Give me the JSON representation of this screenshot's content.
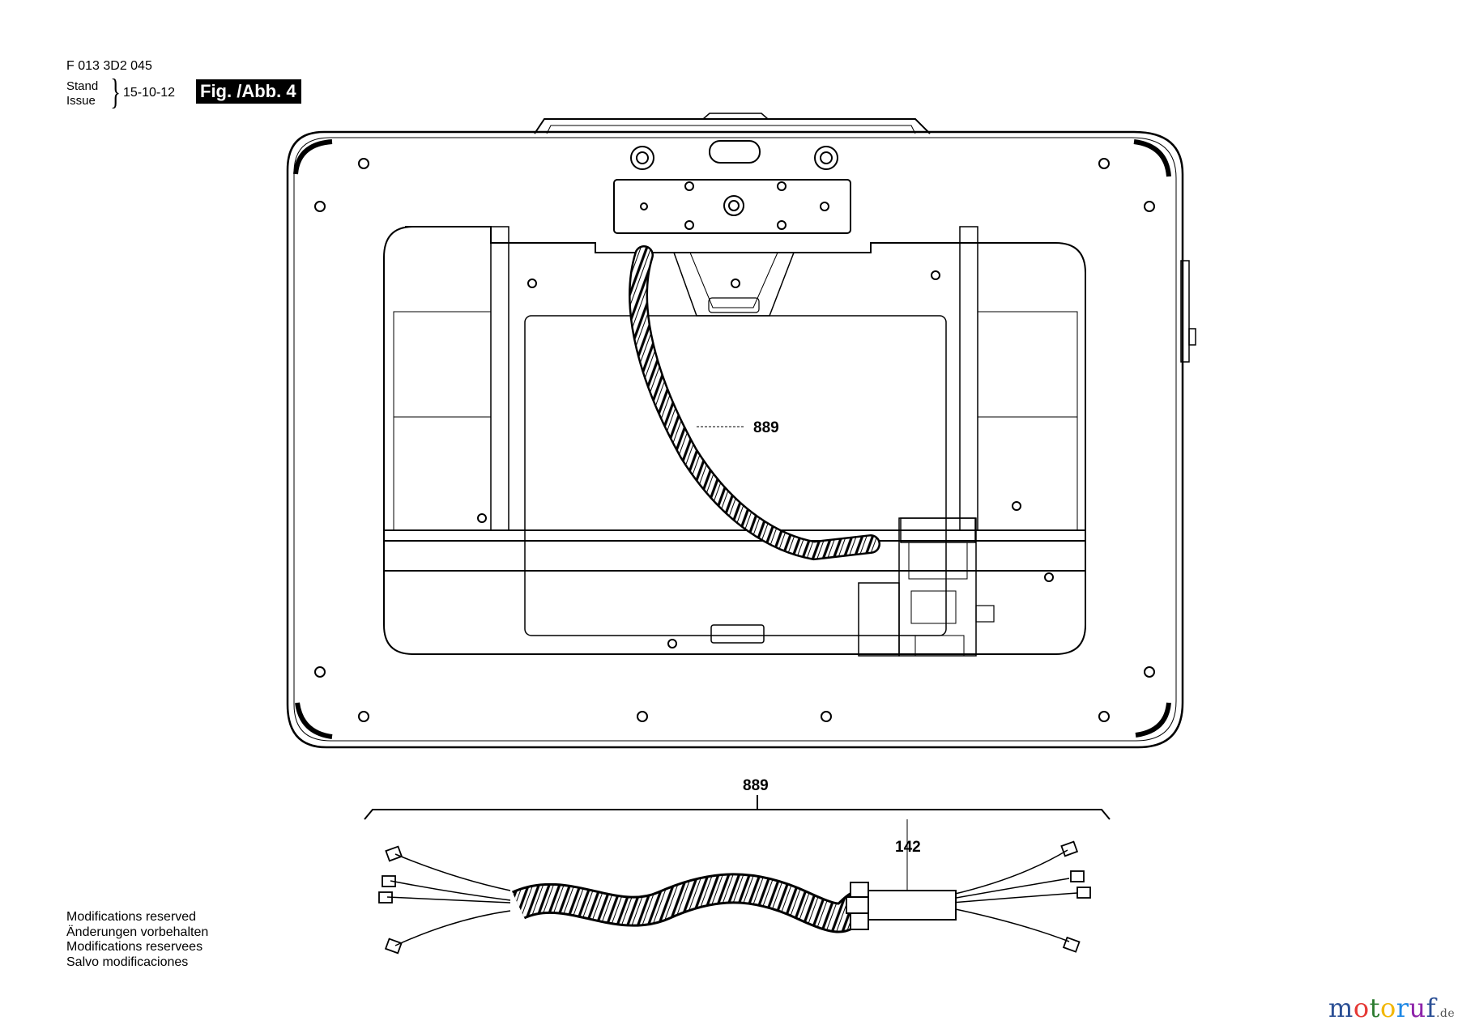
{
  "header": {
    "part_code": "F 013 3D2 045",
    "stand_label": "Stand",
    "issue_label": "Issue",
    "brace": "}",
    "date": "15-10-12",
    "figure_label": "Fig. /Abb. 4"
  },
  "callouts": {
    "hose_on_assembly": "889",
    "hose_exploded": "889",
    "cable_142": "142"
  },
  "modifications": [
    "Modifications reserved",
    "Änderungen vorbehalten",
    "Modifications reservees",
    "Salvo modificaciones"
  ],
  "watermark": {
    "letters": [
      "m",
      "o",
      "t",
      "o",
      "r",
      "u",
      "f"
    ],
    "suffix": ".de"
  }
}
